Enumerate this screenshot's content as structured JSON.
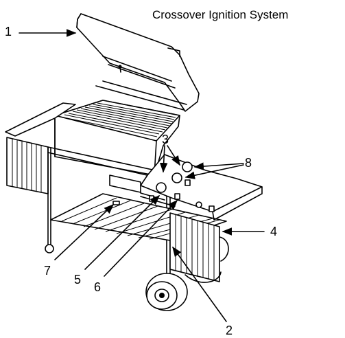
{
  "title": "Crossover Ignition System",
  "callouts": {
    "c1": "1",
    "c2": "2",
    "c3": "3",
    "c4": "4",
    "c5": "5",
    "c6": "6",
    "c7": "7",
    "c8": "8"
  }
}
